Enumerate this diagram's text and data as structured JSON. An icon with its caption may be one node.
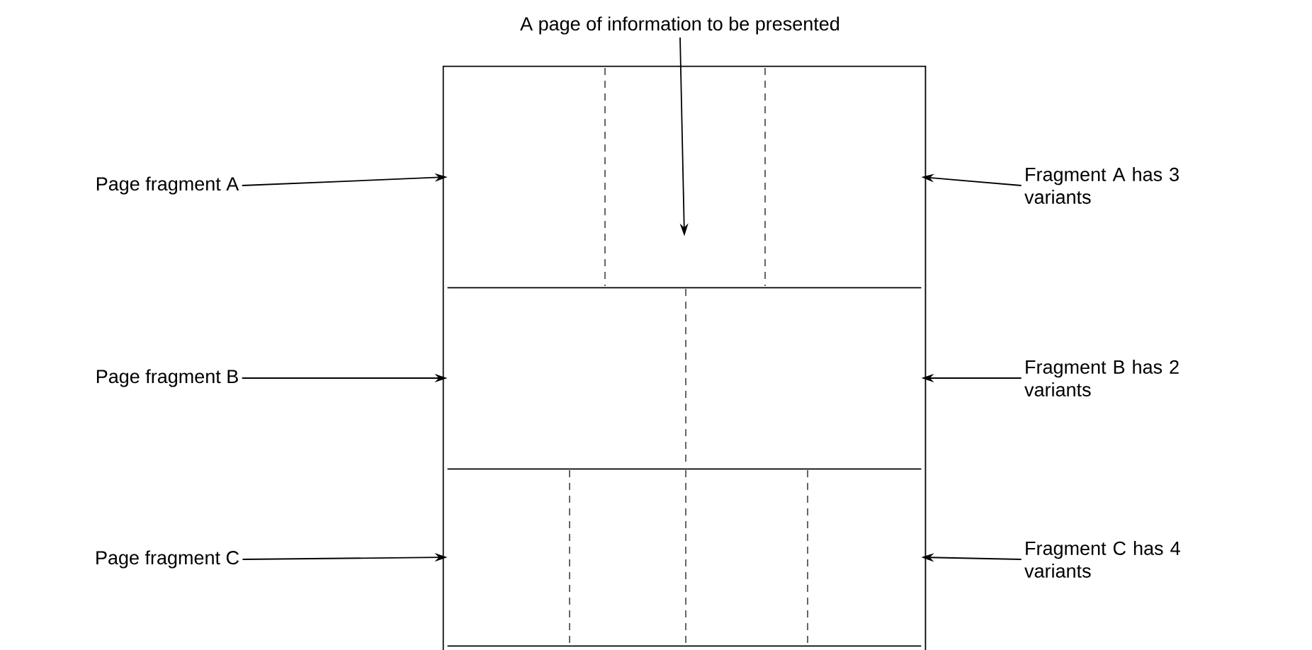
{
  "diagram": {
    "nodes": [
      {
        "text": [
          "A page of information to be presented"
        ]
      },
      {
        "text": [],
        "shape": "box"
      },
      {
        "text": [],
        "shape": "box",
        "in": 1
      },
      {
        "text": [],
        "shape": "box",
        "in": 1
      },
      {
        "text": [],
        "shape": "box",
        "in": 1
      },
      {
        "text": [
          "Page fragment A"
        ]
      },
      {
        "text": [
          "Fragment A has 3 variants"
        ]
      },
      {
        "text": [
          "Page fragment B"
        ]
      },
      {
        "text": [
          "Fragment B has 2 variants"
        ]
      },
      {
        "text": [
          "Page fragment C"
        ]
      },
      {
        "text": [
          "Fragment C has 4 variants"
        ]
      }
    ],
    "edges": [
      {
        "from": 0,
        "to": 2,
        "arrow": "to"
      },
      {
        "from": 5,
        "to": 2,
        "arrow": "to"
      },
      {
        "from": 6,
        "to": 2,
        "arrow": "to"
      },
      {
        "from": 7,
        "to": 3,
        "arrow": "to"
      },
      {
        "from": 8,
        "to": 3,
        "arrow": "to"
      },
      {
        "from": 9,
        "to": 4,
        "arrow": "to"
      },
      {
        "from": 10,
        "to": 4,
        "arrow": "to"
      }
    ]
  }
}
